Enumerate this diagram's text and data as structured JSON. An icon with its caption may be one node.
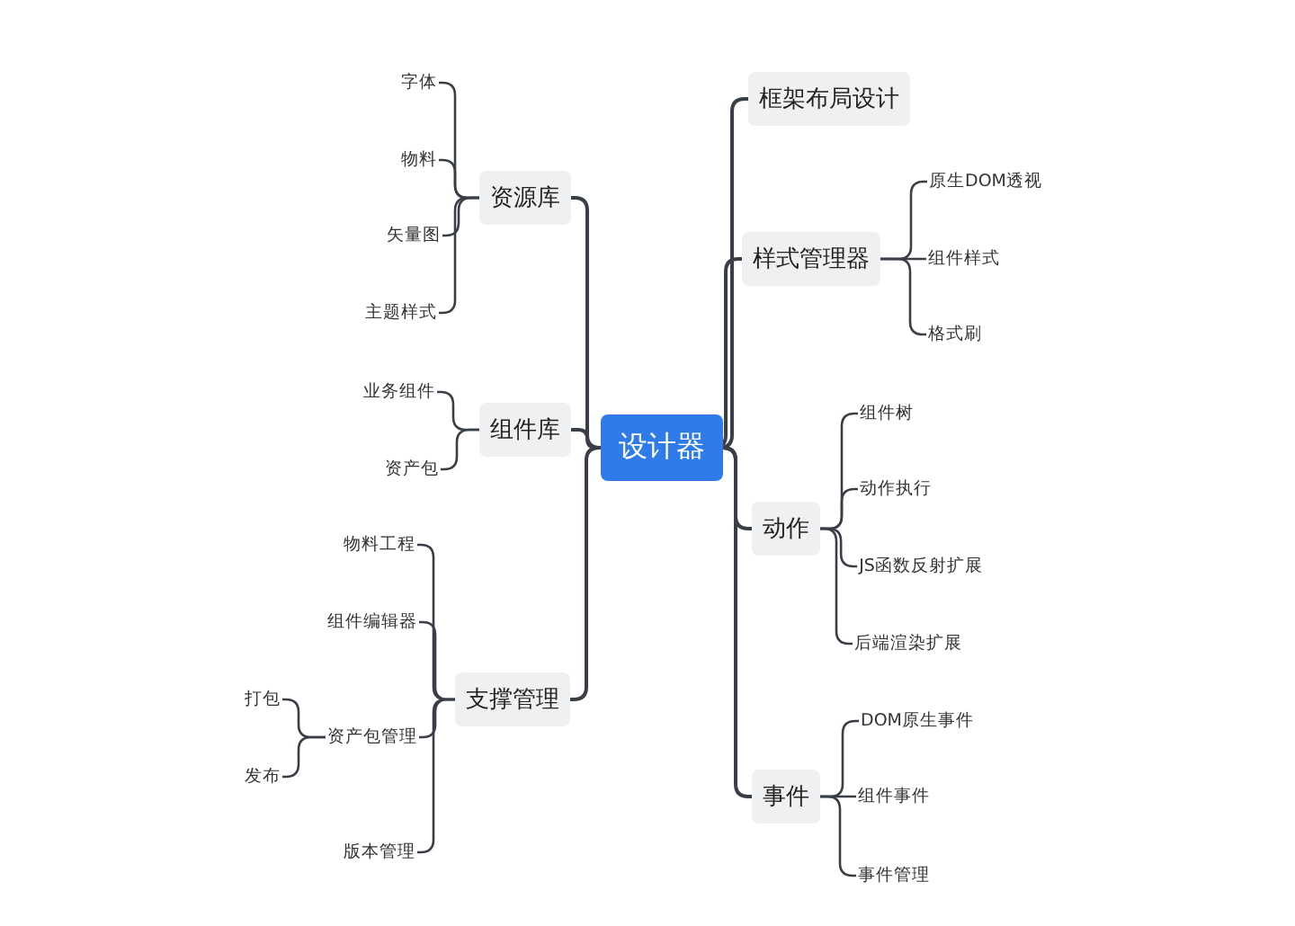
{
  "diagram": {
    "nodes": [
      {
        "text": [
          "设计器"
        ]
      },
      {
        "text": [
          "资源库"
        ]
      },
      {
        "text": [
          "字体"
        ]
      },
      {
        "text": [
          "物料"
        ]
      },
      {
        "text": [
          "矢量图"
        ]
      },
      {
        "text": [
          "主题样式"
        ]
      },
      {
        "text": [
          "组件库"
        ]
      },
      {
        "text": [
          "业务组件"
        ]
      },
      {
        "text": [
          "资产包"
        ]
      },
      {
        "text": [
          "支撑管理"
        ]
      },
      {
        "text": [
          "物料工程"
        ]
      },
      {
        "text": [
          "组件编辑器"
        ]
      },
      {
        "text": [
          "资产包管理"
        ]
      },
      {
        "text": [
          "打包"
        ]
      },
      {
        "text": [
          "发布"
        ]
      },
      {
        "text": [
          "版本管理"
        ]
      },
      {
        "text": [
          "框架布局设计"
        ]
      },
      {
        "text": [
          "样式管理器"
        ]
      },
      {
        "text": [
          "原生DOM透视"
        ]
      },
      {
        "text": [
          "组件样式"
        ]
      },
      {
        "text": [
          "格式刷"
        ]
      },
      {
        "text": [
          "动作"
        ]
      },
      {
        "text": [
          "组件树"
        ]
      },
      {
        "text": [
          "动作执行"
        ]
      },
      {
        "text": [
          "JS函数反射扩展"
        ]
      },
      {
        "text": [
          "后端渲染扩展"
        ]
      },
      {
        "text": [
          "事件"
        ]
      },
      {
        "text": [
          "DOM原生事件"
        ]
      },
      {
        "text": [
          "组件事件"
        ]
      },
      {
        "text": [
          "事件管理"
        ]
      }
    ],
    "edges": [
      {
        "from": 0,
        "to": 1,
        "arrow": "none"
      },
      {
        "from": 1,
        "to": 2,
        "arrow": "none"
      },
      {
        "from": 1,
        "to": 3,
        "arrow": "none"
      },
      {
        "from": 1,
        "to": 4,
        "arrow": "none"
      },
      {
        "from": 1,
        "to": 5,
        "arrow": "none"
      },
      {
        "from": 0,
        "to": 6,
        "arrow": "none"
      },
      {
        "from": 6,
        "to": 7,
        "arrow": "none"
      },
      {
        "from": 6,
        "to": 8,
        "arrow": "none"
      },
      {
        "from": 0,
        "to": 9,
        "arrow": "none"
      },
      {
        "from": 9,
        "to": 10,
        "arrow": "none"
      },
      {
        "from": 9,
        "to": 11,
        "arrow": "none"
      },
      {
        "from": 9,
        "to": 12,
        "arrow": "none"
      },
      {
        "from": 12,
        "to": 13,
        "arrow": "none"
      },
      {
        "from": 12,
        "to": 14,
        "arrow": "none"
      },
      {
        "from": 9,
        "to": 15,
        "arrow": "none"
      },
      {
        "from": 0,
        "to": 16,
        "arrow": "none"
      },
      {
        "from": 0,
        "to": 17,
        "arrow": "none"
      },
      {
        "from": 17,
        "to": 18,
        "arrow": "none"
      },
      {
        "from": 17,
        "to": 19,
        "arrow": "none"
      },
      {
        "from": 17,
        "to": 20,
        "arrow": "none"
      },
      {
        "from": 0,
        "to": 21,
        "arrow": "none"
      },
      {
        "from": 21,
        "to": 22,
        "arrow": "none"
      },
      {
        "from": 21,
        "to": 23,
        "arrow": "none"
      },
      {
        "from": 21,
        "to": 24,
        "arrow": "none"
      },
      {
        "from": 21,
        "to": 25,
        "arrow": "none"
      },
      {
        "from": 0,
        "to": 26,
        "arrow": "none"
      },
      {
        "from": 26,
        "to": 27,
        "arrow": "none"
      },
      {
        "from": 26,
        "to": 28,
        "arrow": "none"
      },
      {
        "from": 26,
        "to": 29,
        "arrow": "none"
      }
    ]
  }
}
